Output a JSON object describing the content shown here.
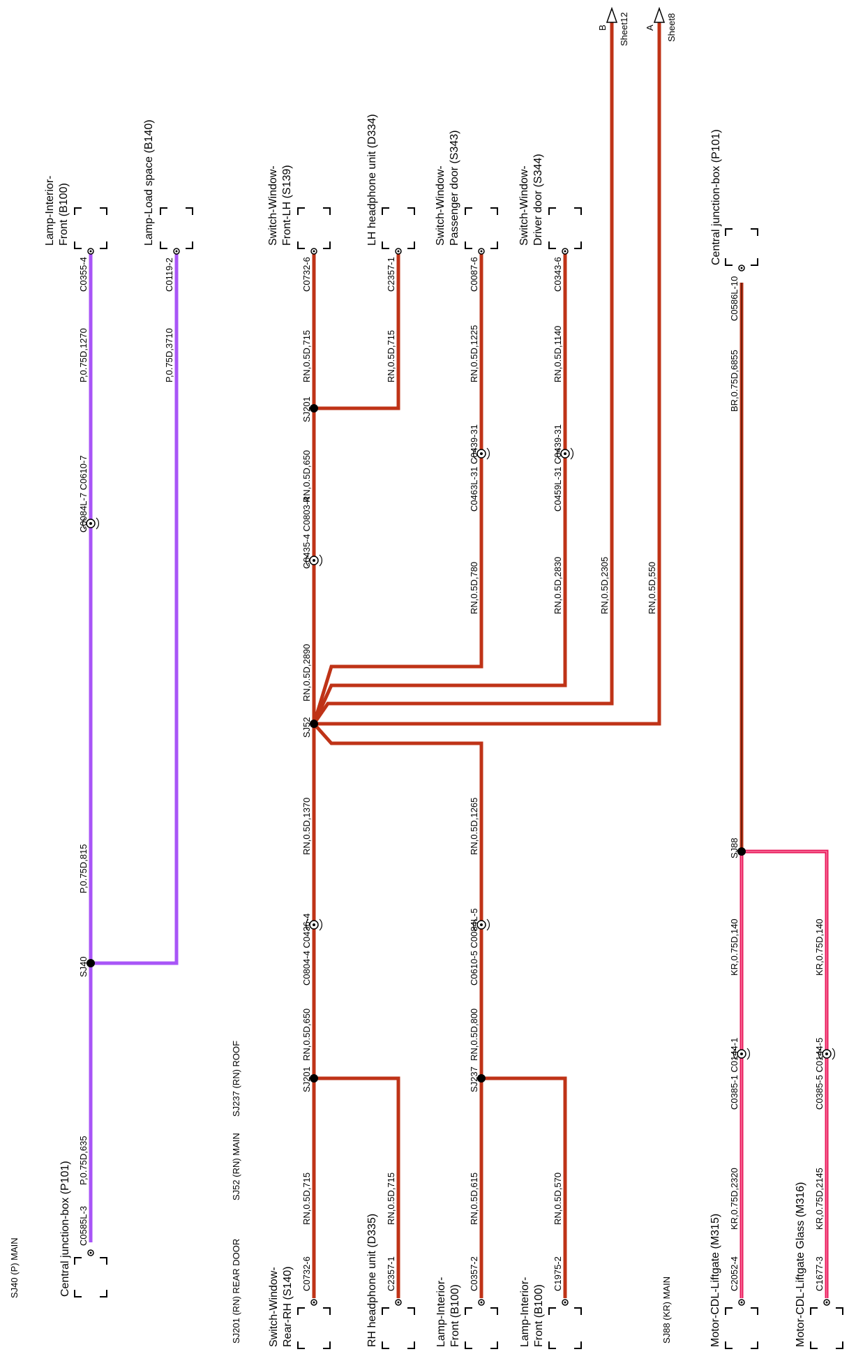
{
  "colors": {
    "purple": "#a855f7",
    "red": "#bf3317",
    "pink": "#e8185a",
    "black": "#000000",
    "brown_core": "#5a1a0a"
  },
  "notes": {
    "sj40": "SJ40 (P) MAIN",
    "sj201": "SJ201 (RN) REAR DOOR",
    "sj52": "SJ52 (RN) MAIN",
    "sj237": "SJ237 (RN) ROOF",
    "sj88": "SJ88 (KR) MAIN"
  },
  "sheets": {
    "b_letter": "B",
    "b_sheet": "Sheet12",
    "a_letter": "A",
    "a_sheet": "Sheet8"
  },
  "components": {
    "b100_top_l1": "Lamp-Interior-",
    "b100_top_l2": "Front (B100)",
    "b140": "Lamp-Load space (B140)",
    "s139_l1": "Switch-Window-",
    "s139_l2": "Front-LH (S139)",
    "d334": "LH headphone unit (D334)",
    "s343_l1": "Switch-Window-",
    "s343_l2": "Passenger door (S343)",
    "s344_l1": "Switch-Window-",
    "s344_l2": "Driver door (S344)",
    "p101_top": "Central junction-box (P101)",
    "p101_bottom": "Central junction-box (P101)",
    "s140_l1": "Switch-Window-",
    "s140_l2": "Rear-RH (S140)",
    "d335": "RH headphone unit (D335)",
    "b100_b1_l1": "Lamp-Interior-",
    "b100_b1_l2": "Front (B100)",
    "b100_b2_l1": "Lamp-Interior-",
    "b100_b2_l2": "Front (B100)",
    "m315": "Motor-CDL-Liftgate (M315)",
    "m316": "Motor-CDL-Liftgate Glass (M316)"
  },
  "connectors": {
    "c0355_4": "C0355-4",
    "c0119_2": "C0119-2",
    "c0084l7": "C0084L-7 C0610-7",
    "c0585l3": "C0585L-3",
    "c0732_6_top": "C0732-6",
    "c2357_1_top": "C2357-1",
    "c0087_6": "C0087-6",
    "c0343_6": "C0343-6",
    "c0586l_10": "C0586L-10",
    "c0463l": "C0463L-31 C0439-31",
    "c0459l": "C0459L-31 C0439-31",
    "c0435": "C0435-4 C0803-4",
    "c0804": "C0804-4 C0436-4",
    "c0610_5": "C0610-5 C0084L-5",
    "c0385_1": "C0385-1 C0144-1",
    "c0385_5": "C0385-5 C0144-5",
    "c0732_6_bot": "C0732-6",
    "c2357_1_bot": "C2357-1",
    "c0357_2": "C0357-2",
    "c1975_2": "C1975-2",
    "c2052_4": "C2052-4",
    "c1677_3": "C1677-3"
  },
  "splices": {
    "sj40": "SJ40",
    "sj201_top": "SJ201",
    "sj52": "SJ52",
    "sj201_bot": "SJ201",
    "sj237": "SJ237",
    "sj88": "SJ88"
  },
  "wires": {
    "p_1270": "P,0.75D,1270",
    "p_3710": "P,0.75D,3710",
    "p_815": "P,0.75D,815",
    "p_635": "P,0.75D,635",
    "rn_715_a": "RN,0.5D,715",
    "rn_715_b": "RN,0.5D,715",
    "rn_1225": "RN,0.5D,1225",
    "rn_1140": "RN,0.5D,1140",
    "br_6855": "BR,0.75D,6855",
    "rn_650_top": "RN,0.5D,650",
    "rn_780": "RN,0.5D,780",
    "rn_2830": "RN,0.5D,2830",
    "rn_2305": "RN,0.5D,2305",
    "rn_550": "RN,0.5D,550",
    "rn_2890": "RN,0.5D,2890",
    "rn_1370": "RN,0.5D,1370",
    "rn_1265": "RN,0.5D,1265",
    "kr_140_a": "KR,0.75D,140",
    "kr_140_b": "KR,0.75D,140",
    "rn_650_bot": "RN,0.5D,650",
    "rn_800": "RN,0.5D,800",
    "rn_715_c": "RN,0.5D,715",
    "rn_715_d": "RN,0.5D,715",
    "rn_615": "RN,0.5D,615",
    "rn_570": "RN,0.5D,570",
    "kr_2320": "KR,0.75D,2320",
    "kr_2145": "KR,0.75D,2145"
  }
}
